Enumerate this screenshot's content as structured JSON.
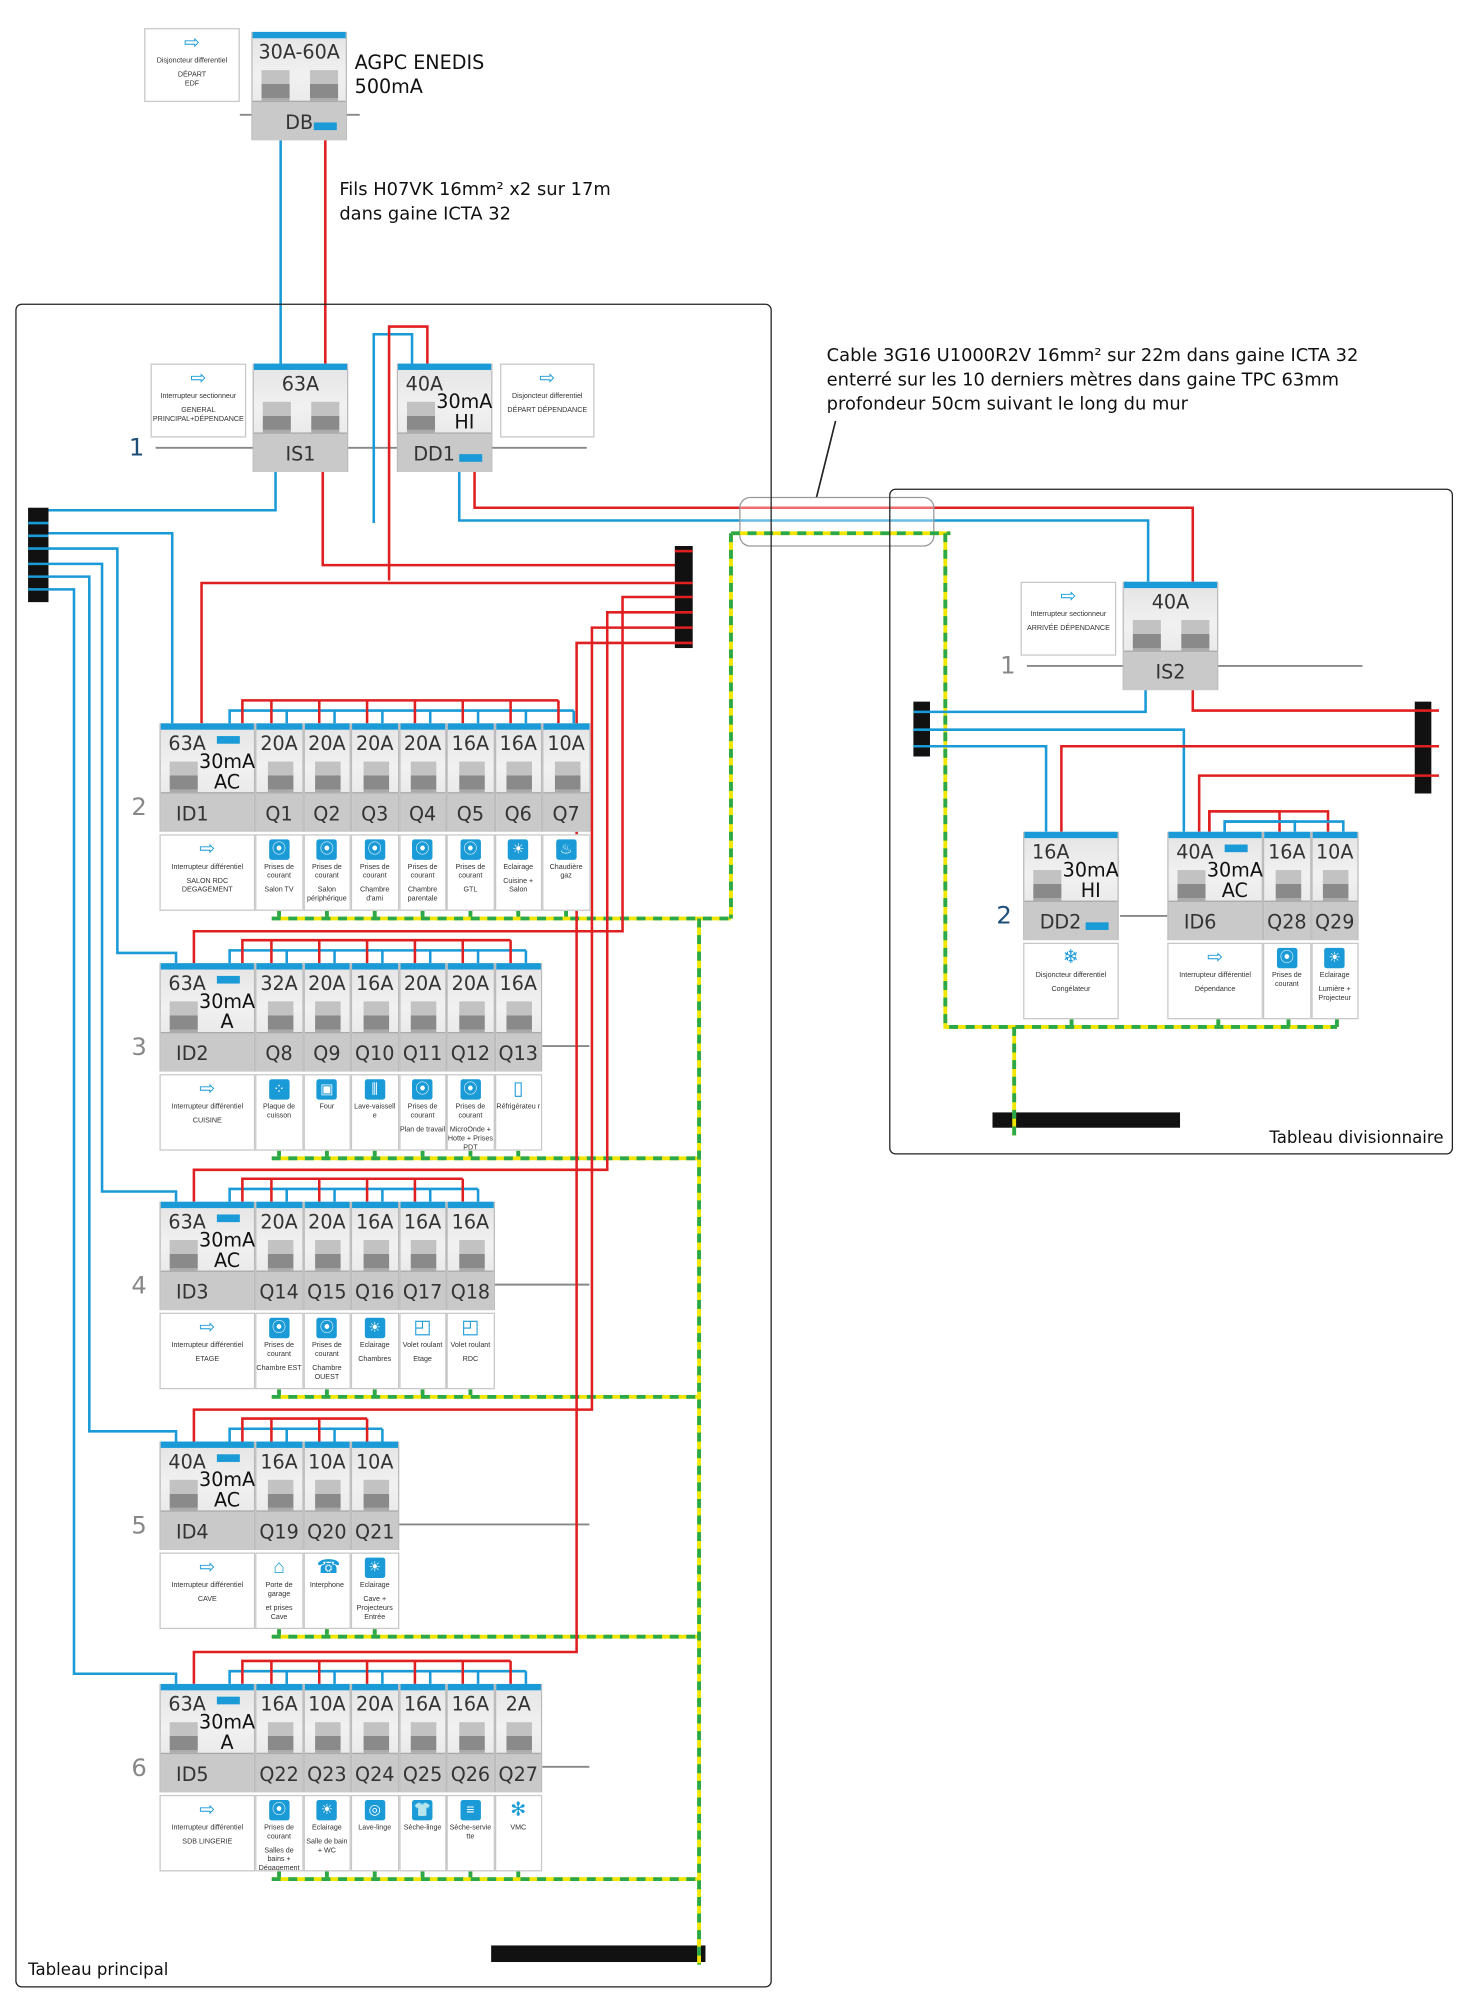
{
  "supply": {
    "rating": "30A-60A",
    "name": "DB",
    "indicator": "bottom",
    "title_line1": "AGPC ENEDIS",
    "title_line2": "500mA",
    "label": {
      "icon": "switch-icon",
      "text": "Disjoncteur differentiel",
      "sub": "DÉPART\nEDF"
    }
  },
  "wire_note": [
    "Fils H07VK 16mm² x2 sur 17m",
    "dans gaine ICTA 32"
  ],
  "cable_note": [
    "Cable 3G16 U1000R2V 16mm² sur 22m dans gaine ICTA 32",
    "enterré sur les 10 derniers mètres dans gaine TPC 63mm",
    "profondeur 50cm suivant le long du mur"
  ],
  "colors": {
    "phase": "#e02020",
    "neutral": "#1a9ad6",
    "earth_yellow": "#f2e600",
    "earth_green": "#2aa84a",
    "module_bar": "#1a9ad6"
  },
  "main_panel": {
    "title": "Tableau principal",
    "row1_number": "1",
    "is1": {
      "rating": "63A",
      "name": "IS1",
      "label": {
        "icon": "switch-icon",
        "text": "Interrupteur sectionneur",
        "sub": "GENERAL\nPRINCIPAL+DÉPENDANCE"
      }
    },
    "dd1": {
      "rating": "40A",
      "sens": "30mA",
      "type": "HI",
      "name": "DD1",
      "indicator": "bottom",
      "label": {
        "icon": "switch-icon",
        "text": "Disjoncteur differentiel",
        "sub": "DÉPART DÉPENDANCE"
      }
    },
    "rows": [
      {
        "number": "2",
        "head": {
          "rating": "63A",
          "sens": "30mA",
          "type": "AC",
          "name": "ID1",
          "indicator": "top",
          "label": {
            "icon": "switch-icon",
            "text": "Interrupteur différentiel",
            "sub": "SALON RDC DEGAGEMENT"
          }
        },
        "circuits": [
          {
            "rating": "20A",
            "name": "Q1",
            "icon": "socket-icon",
            "text": "Prises de courant",
            "sub": "Salon TV"
          },
          {
            "rating": "20A",
            "name": "Q2",
            "icon": "socket-icon",
            "text": "Prises de courant",
            "sub": "Salon périphérique"
          },
          {
            "rating": "20A",
            "name": "Q3",
            "icon": "socket-icon",
            "text": "Prises de courant",
            "sub": "Chambre d'ami"
          },
          {
            "rating": "20A",
            "name": "Q4",
            "icon": "socket-icon",
            "text": "Prises de courant",
            "sub": "Chambre parentale"
          },
          {
            "rating": "16A",
            "name": "Q5",
            "icon": "socket-icon",
            "text": "Prises de courant",
            "sub": "GTL"
          },
          {
            "rating": "16A",
            "name": "Q6",
            "icon": "light-icon",
            "text": "Eclairage",
            "sub": "Cuisine + Salon"
          },
          {
            "rating": "10A",
            "name": "Q7",
            "icon": "boiler-icon",
            "text": "Chaudière gaz",
            "sub": ""
          }
        ]
      },
      {
        "number": "3",
        "head": {
          "rating": "63A",
          "sens": "30mA",
          "type": "A",
          "name": "ID2",
          "indicator": "top",
          "label": {
            "icon": "switch-icon",
            "text": "Interrupteur différentiel",
            "sub": "CUISINE"
          }
        },
        "circuits": [
          {
            "rating": "32A",
            "name": "Q8",
            "icon": "hob-icon",
            "text": "Plaque de cuisson",
            "sub": ""
          },
          {
            "rating": "20A",
            "name": "Q9",
            "icon": "oven-icon",
            "text": "Four",
            "sub": ""
          },
          {
            "rating": "16A",
            "name": "Q10",
            "icon": "dishwasher-icon",
            "text": "Lave-vaissell e",
            "sub": ""
          },
          {
            "rating": "20A",
            "name": "Q11",
            "icon": "socket-icon",
            "text": "Prises de courant",
            "sub": "Plan de travail"
          },
          {
            "rating": "20A",
            "name": "Q12",
            "icon": "socket-icon",
            "text": "Prises de courant",
            "sub": "MicroOnde + Hotte + Prises PDT"
          },
          {
            "rating": "16A",
            "name": "Q13",
            "icon": "fridge-icon",
            "text": "Réfrigérateu r",
            "sub": ""
          }
        ]
      },
      {
        "number": "4",
        "head": {
          "rating": "63A",
          "sens": "30mA",
          "type": "AC",
          "name": "ID3",
          "indicator": "top",
          "label": {
            "icon": "switch-icon",
            "text": "Interrupteur différentiel",
            "sub": "ETAGE"
          }
        },
        "circuits": [
          {
            "rating": "20A",
            "name": "Q14",
            "icon": "socket-icon",
            "text": "Prises de courant",
            "sub": "Chambre EST"
          },
          {
            "rating": "20A",
            "name": "Q15",
            "icon": "socket-icon",
            "text": "Prises de courant",
            "sub": "Chambre OUEST"
          },
          {
            "rating": "16A",
            "name": "Q16",
            "icon": "light-icon",
            "text": "Eclairage",
            "sub": "Chambres"
          },
          {
            "rating": "16A",
            "name": "Q17",
            "icon": "shutter-icon",
            "text": "Volet roulant",
            "sub": "Etage"
          },
          {
            "rating": "16A",
            "name": "Q18",
            "icon": "shutter-icon",
            "text": "Volet roulant",
            "sub": "RDC"
          }
        ]
      },
      {
        "number": "5",
        "head": {
          "rating": "40A",
          "sens": "30mA",
          "type": "AC",
          "name": "ID4",
          "indicator": "top",
          "label": {
            "icon": "switch-icon",
            "text": "Interrupteur différentiel",
            "sub": "CAVE"
          }
        },
        "circuits": [
          {
            "rating": "16A",
            "name": "Q19",
            "icon": "garage-icon",
            "text": "Porte de garage",
            "sub": "et prises Cave"
          },
          {
            "rating": "10A",
            "name": "Q20",
            "icon": "intercom-icon",
            "text": "Interphone",
            "sub": ""
          },
          {
            "rating": "10A",
            "name": "Q21",
            "icon": "light-icon",
            "text": "Eclairage",
            "sub": "Cave + Projecteurs Entrée"
          }
        ]
      },
      {
        "number": "6",
        "head": {
          "rating": "63A",
          "sens": "30mA",
          "type": "A",
          "name": "ID5",
          "indicator": "top",
          "label": {
            "icon": "switch-icon",
            "text": "Interrupteur différentiel",
            "sub": "SDB LINGERIE"
          }
        },
        "circuits": [
          {
            "rating": "16A",
            "name": "Q22",
            "icon": "socket-icon",
            "text": "Prises de courant",
            "sub": "Salles de bains + Dégagement"
          },
          {
            "rating": "10A",
            "name": "Q23",
            "icon": "light-icon",
            "text": "Eclairage",
            "sub": "Salle de bain + WC"
          },
          {
            "rating": "20A",
            "name": "Q24",
            "icon": "washer-icon",
            "text": "Lave-linge",
            "sub": ""
          },
          {
            "rating": "16A",
            "name": "Q25",
            "icon": "dryer-icon",
            "text": "Sèche-linge",
            "sub": ""
          },
          {
            "rating": "16A",
            "name": "Q26",
            "icon": "towel-rail-icon",
            "text": "Sèche-servie tte",
            "sub": ""
          },
          {
            "rating": "2A",
            "name": "Q27",
            "icon": "fan-icon",
            "text": "VMC",
            "sub": ""
          }
        ]
      }
    ]
  },
  "sub_panel": {
    "title": "Tableau divisionnaire",
    "row1_number": "1",
    "row2_number": "2",
    "is2": {
      "rating": "40A",
      "name": "IS2",
      "label": {
        "icon": "switch-icon",
        "text": "Interrupteur sectionneur",
        "sub": "ARRIVÉE DÉPENDANCE"
      }
    },
    "dd2": {
      "rating": "16A",
      "sens": "30mA",
      "type": "HI",
      "name": "DD2",
      "indicator": "bottom",
      "label": {
        "icon": "freezer-icon",
        "text": "Disjoncteur differentiel",
        "sub": "Congélateur"
      }
    },
    "id6": {
      "rating": "40A",
      "sens": "30mA",
      "type": "AC",
      "name": "ID6",
      "indicator": "top",
      "label": {
        "icon": "switch-icon",
        "text": "Interrupteur différentiel",
        "sub": "Dépendance"
      }
    },
    "circuits": [
      {
        "rating": "16A",
        "name": "Q28",
        "icon": "socket-icon",
        "text": "Prises de courant",
        "sub": ""
      },
      {
        "rating": "10A",
        "name": "Q29",
        "icon": "light-icon",
        "text": "Eclairage",
        "sub": "Lumière + Projecteur"
      }
    ]
  }
}
